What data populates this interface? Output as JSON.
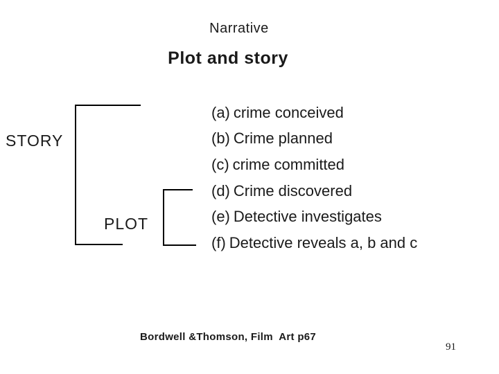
{
  "slide": {
    "title": "Narrative",
    "subtitle": "Plot and story",
    "diagram": {
      "story_label": "STORY",
      "plot_label": "PLOT",
      "items": [
        {
          "label": "(a)",
          "text": "crime conceived"
        },
        {
          "label": "(b)",
          "text": "Crime planned"
        },
        {
          "label": "(c)",
          "text": "crime committed"
        },
        {
          "label": "(d)",
          "text": "Crime discovered"
        },
        {
          "label": "(e)",
          "text": "Detective investigates"
        },
        {
          "label": "(f)",
          "text": "Detective reveals a, b and c"
        }
      ]
    },
    "citation": "Bordwell &Thomson, Film  Art p67",
    "page_number": "91",
    "colors": {
      "background": "#ffffff",
      "text": "#1a1a1a",
      "line": "#000000"
    }
  }
}
